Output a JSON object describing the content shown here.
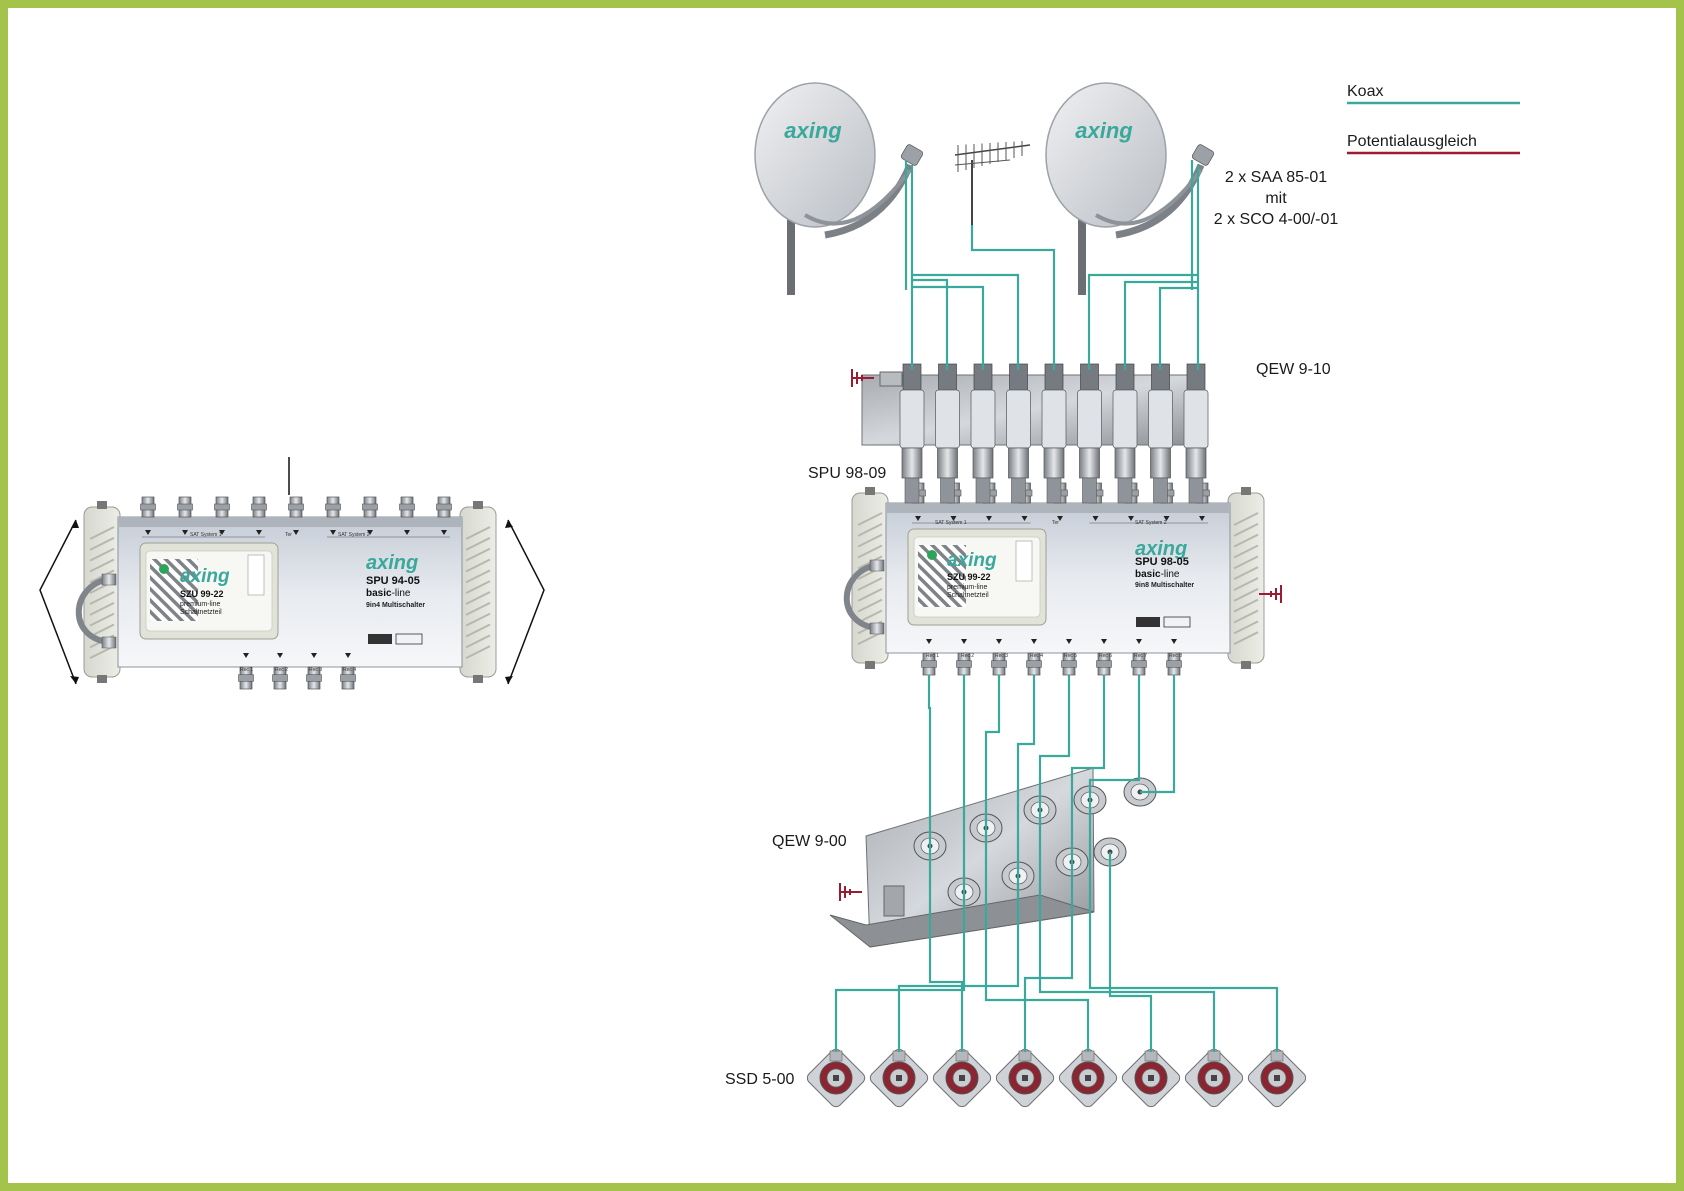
{
  "legend": {
    "items": [
      {
        "label": "Koax",
        "color": "#3aa89b"
      },
      {
        "label": "Potentialausgleich",
        "color": "#9b1b30"
      }
    ]
  },
  "colors": {
    "frame": "#a4c34a",
    "coax": "#3aa89b",
    "ground": "#9b1b30",
    "brand": "#3aa89b"
  },
  "labels": {
    "dish_line1": "2 x SAA 85-01",
    "dish_line2": "mit",
    "dish_line3": "2 x SCO 4-00/-01",
    "qew910": "QEW 9-10",
    "spu9809": "SPU 98-09",
    "qew900": "QEW 9-00",
    "ssd500": "SSD 5-00"
  },
  "dish": {
    "brand": "axing"
  },
  "left_unit": {
    "brand": "axing",
    "model": "SPU 94-05",
    "line_a": "basic",
    "line_b": "-line",
    "desc": "9in4 Multischalter",
    "psu_brand": "axing",
    "psu_model": "SZU 99-22",
    "psu_line1": "premium-line",
    "psu_line2": "Schaltnetzteil",
    "sat1": "SAT System 1",
    "sat2": "SAT System 2",
    "terr": "Ter",
    "outputs": [
      "Rec 1",
      "Rec 2",
      "Rec 3",
      "Rec 4"
    ]
  },
  "right_unit": {
    "brand": "axing",
    "model": "SPU 98-05",
    "line_a": "basic",
    "line_b": "-line",
    "desc": "9in8 Multischalter",
    "psu_brand": "axing",
    "psu_model": "SZU 99-22",
    "psu_line1": "premium-line",
    "psu_line2": "Schaltnetzteil",
    "sat1": "SAT System 1",
    "sat2": "SAT System 2",
    "terr": "Ter",
    "outputs": [
      "Rec 1",
      "Rec 2",
      "Rec 3",
      "Rec 4",
      "Rec 5",
      "Rec 6",
      "Rec 7",
      "Rec 8"
    ]
  }
}
